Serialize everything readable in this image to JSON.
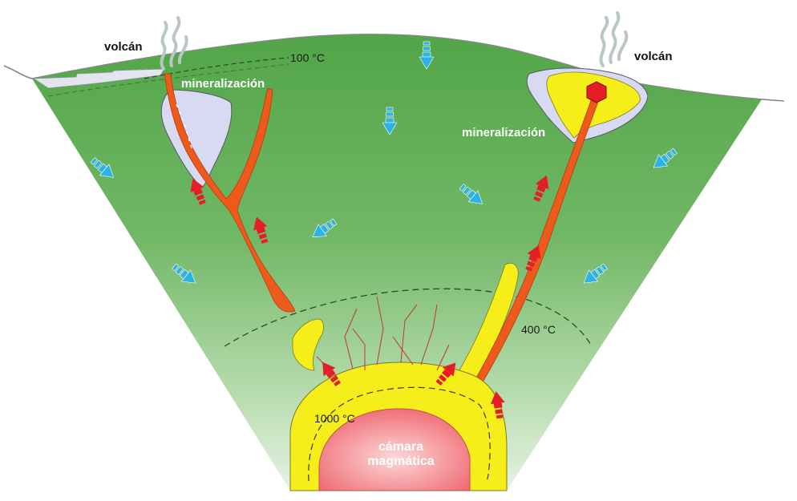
{
  "labels": {
    "volcano_left": "volcán",
    "volcano_right": "volcán",
    "mineralization_left": "mineralización",
    "mineralization_right": "mineralización",
    "temp_100": "100 °C",
    "temp_400": "400 °C",
    "temp_1000": "1000 °C",
    "magma_chamber_line1": "cámara",
    "magma_chamber_line2": "magmática"
  },
  "colors": {
    "crust_top": "#52a548",
    "crust_bottom": "#e6f3e4",
    "magma_halo": "#f6ee1a",
    "magma_chamber": "#f06e78",
    "intrusion": "#ee5a1c",
    "alteration": "#d8d9f2",
    "hot_fluid_arrow": "#e41e24",
    "cold_water_arrow": "#2eb1e4",
    "steam": "#b9c7c4"
  },
  "icons": {
    "hot_fluid": "red-upward-arrow-icon",
    "cold_water": "blue-downward-arrow-icon",
    "steam": "steam-plume-icon"
  }
}
